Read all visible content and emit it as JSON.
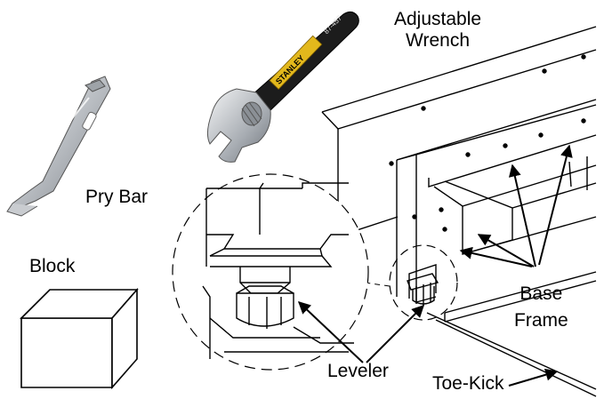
{
  "labels": {
    "wrench_line1": "Adjustable",
    "wrench_line2": "Wrench",
    "pry_bar": "Pry Bar",
    "block": "Block",
    "leveler": "Leveler",
    "base_line1": "Base",
    "base_line2": "Frame",
    "toe_kick": "Toe-Kick"
  },
  "wrench_brand": "STANLEY",
  "wrench_model": "87-457",
  "icons": {
    "wrench": "adjustable-wrench-icon",
    "pry_bar": "pry-bar-icon",
    "block": "cube-icon"
  },
  "colors": {
    "line": "#000000",
    "wrench_handle": "#1c1c1c",
    "wrench_label": "#e3b81c",
    "metal": "#c4c7cb"
  }
}
